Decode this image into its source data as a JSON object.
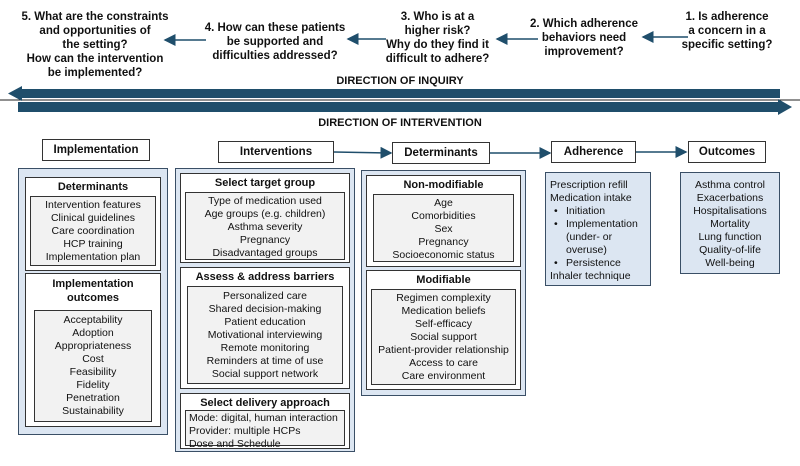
{
  "questions": {
    "q1": [
      "1. Is adherence",
      "a concern in a",
      "specific setting?"
    ],
    "q2": [
      "2. Which adherence",
      "behaviors need",
      "improvement?"
    ],
    "q3": [
      "3. Who is at a",
      "higher risk?",
      "Why do they find it",
      "difficult to adhere?"
    ],
    "q4": [
      "4. How can these patients",
      "be supported and",
      "difficulties addressed?"
    ],
    "q5": [
      "5. What are the constraints",
      "and opportunities of",
      "the setting?",
      "How can the intervention",
      "be implemented?"
    ]
  },
  "directions": {
    "inquiry": "DIRECTION OF INQUIRY",
    "intervention": "DIRECTION OF INTERVENTION"
  },
  "headers": {
    "implementation": "Implementation",
    "interventions": "Interventions",
    "determinants": "Determinants",
    "adherence": "Adherence",
    "outcomes": "Outcomes"
  },
  "implementation": {
    "determinants_title": "Determinants",
    "determinants_items": [
      "Intervention features",
      "Clinical guidelines",
      "Care coordination",
      "HCP training",
      "Implementation plan"
    ],
    "outcomes_title": [
      "Implementation",
      "outcomes"
    ],
    "outcomes_items": [
      "Acceptability",
      "Adoption",
      "Appropriateness",
      "Cost",
      "Feasibility",
      "Fidelity",
      "Penetration",
      "Sustainability"
    ]
  },
  "interventions": {
    "target_title": "Select target group",
    "target_items": [
      "Type of medication used",
      "Age groups (e.g. children)",
      "Asthma severity",
      "Pregnancy",
      "Disadvantaged groups"
    ],
    "barriers_title": "Assess & address barriers",
    "barriers_items": [
      "Personalized care",
      "Shared decision-making",
      "Patient education",
      "Motivational interviewing",
      "Remote monitoring",
      "Reminders at time of use",
      "Social support network"
    ],
    "delivery_title": "Select delivery approach",
    "delivery_items": [
      "Mode: digital, human interaction",
      "Provider: multiple HCPs",
      "Dose and Schedule"
    ]
  },
  "determinants": {
    "nonmod_title": "Non-modifiable",
    "nonmod_items": [
      "Age",
      "Comorbidities",
      "Sex",
      "Pregnancy",
      "Socioeconomic status"
    ],
    "mod_title": "Modifiable",
    "mod_items": [
      "Regimen complexity",
      "Medication beliefs",
      "Self-efficacy",
      "Social support",
      "Patient-provider relationship",
      "Access to care",
      "Care environment"
    ]
  },
  "adherence": {
    "line1": "Prescription refill",
    "line2": "Medication intake",
    "bullets": [
      [
        "Initiation"
      ],
      [
        "Implementation",
        "(under- or",
        "overuse)"
      ],
      [
        "Persistence"
      ]
    ],
    "line3": "Inhaler technique"
  },
  "outcomes": {
    "items": [
      "Asthma control",
      "Exacerbations",
      "Hospitalisations",
      "Mortality",
      "Lung function",
      "Quality-of-life",
      "Well-being"
    ]
  },
  "colors": {
    "panel_fill": "#dce6f2",
    "arrow": "#1f4e6b",
    "inner_fill": "#f2f2f2"
  }
}
